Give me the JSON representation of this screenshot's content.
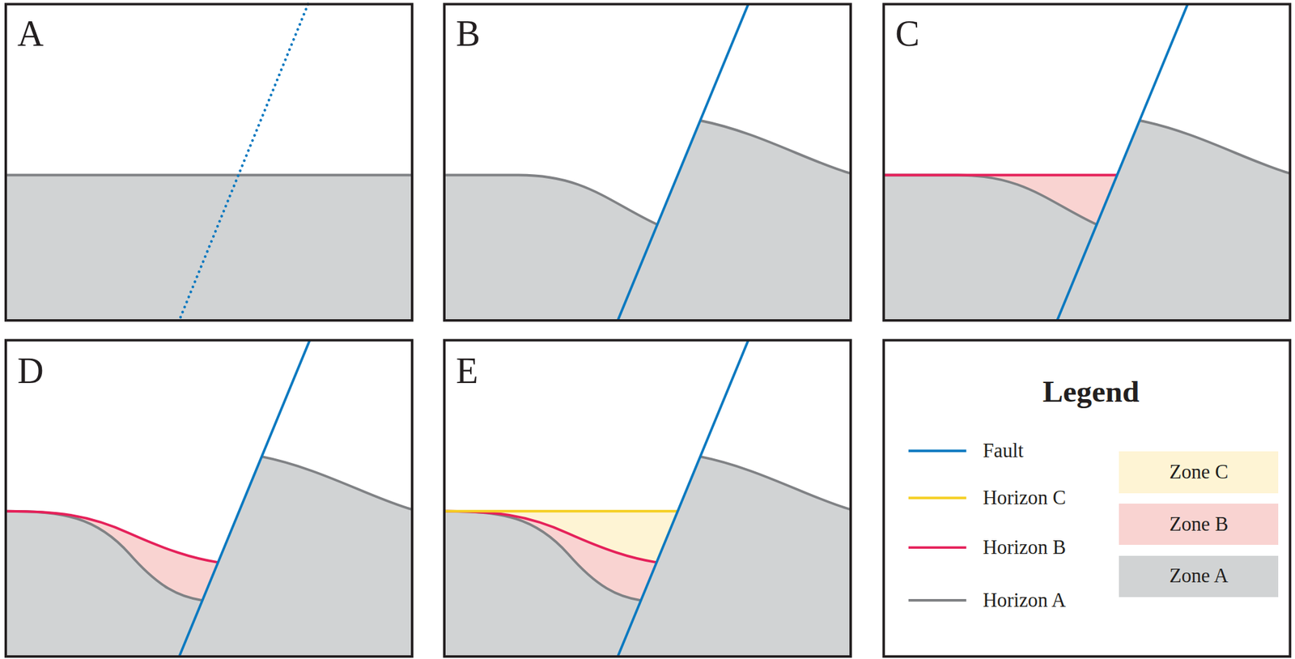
{
  "diagram": {
    "labels": [
      "A",
      "B",
      "C",
      "D",
      "E",
      "Legend"
    ],
    "legend": [
      {
        "text": "Fault"
      },
      {
        "text": "Horizon C"
      },
      {
        "text": "Horizon B"
      },
      {
        "text": "Horizon A"
      },
      {
        "text": "Zone C",
        "color": "#fef4d4"
      },
      {
        "text": "Zone B",
        "color": "#f9d3d1"
      },
      {
        "text": "Zone A",
        "color": "#d1d3d4"
      }
    ]
  }
}
